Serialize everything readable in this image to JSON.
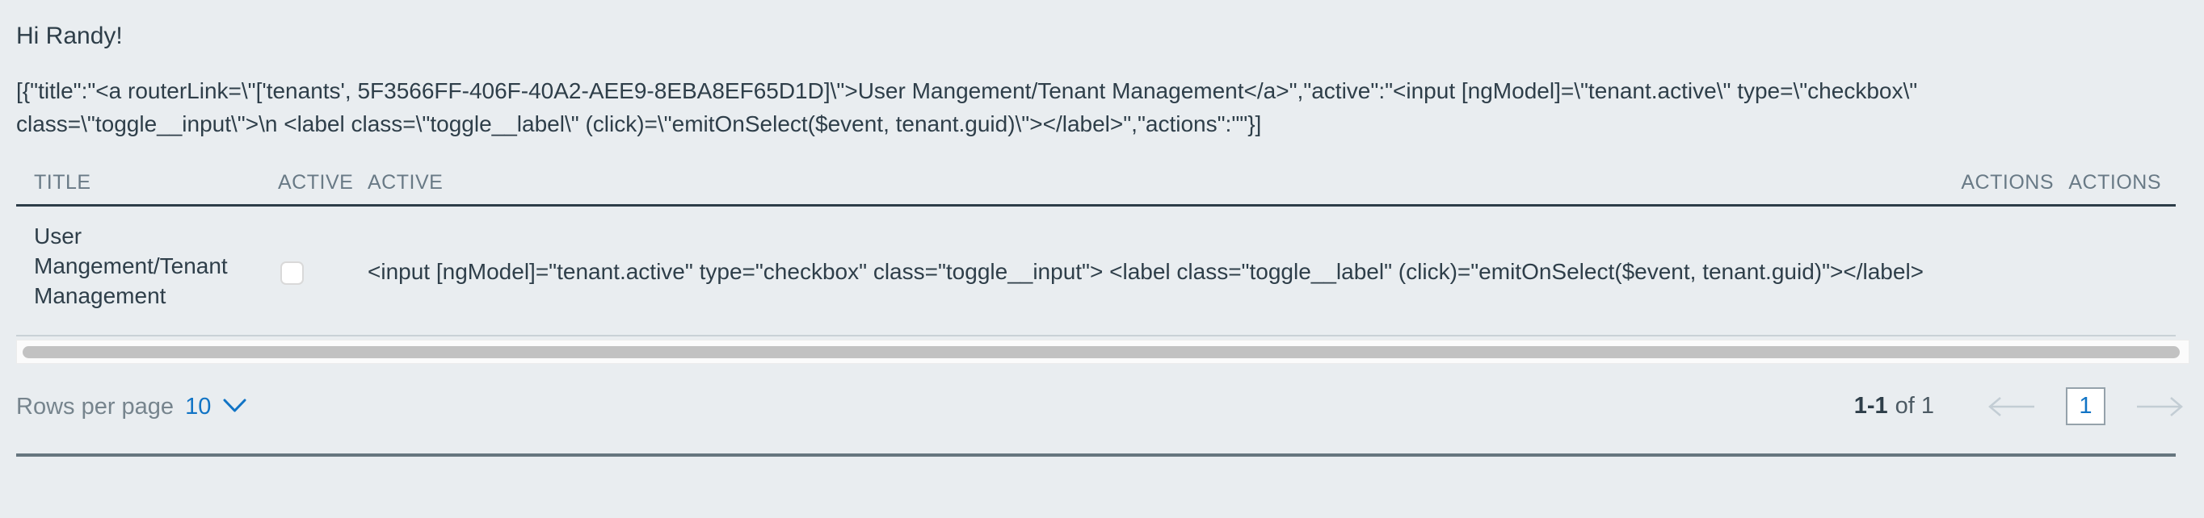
{
  "greeting": "Hi Randy!",
  "raw_json_text": "[{\"title\":\"<a routerLink=\\\"['tenants', 5F3566FF-406F-40A2-AEE9-8EBA8EF65D1D]\\\">User Mangement/Tenant Management</a>\",\"active\":\"<input [ngModel]=\\\"tenant.active\\\" type=\\\"checkbox\\\" class=\\\"toggle__input\\\">\\n <label class=\\\"toggle__label\\\" (click)=\\\"emitOnSelect($event, tenant.guid)\\\"></label>\",\"actions\":\"\"}]",
  "table": {
    "columns": {
      "title": "TITLE",
      "active1": "ACTIVE",
      "active2": "ACTIVE",
      "actions1": "ACTIONS",
      "actions2": "ACTIONS"
    },
    "rows": [
      {
        "title": "User Mangement/Tenant Management",
        "active_checked": false,
        "active_raw": "<input [ngModel]=\"tenant.active\" type=\"checkbox\" class=\"toggle__input\"> <label class=\"toggle__label\" (click)=\"emitOnSelect($event, tenant.guid)\"></label>",
        "actions": ""
      }
    ]
  },
  "pagination": {
    "rows_per_page_label": "Rows per page",
    "rows_per_page_value": "10",
    "range": "1-1",
    "of_total": "of 1",
    "current_page": "1"
  },
  "icons": {
    "chevron_down": "chevron-down-icon",
    "prev_arrow": "arrow-left-icon",
    "next_arrow": "arrow-right-icon"
  },
  "colors": {
    "background": "#e9edf0",
    "text_dark": "#2e3e49",
    "header_label": "#697a86",
    "accent_blue": "#1174c5",
    "muted_gray": "#76848d",
    "disabled_arrow": "#c3cdd4",
    "rule_dark": "#66767f",
    "scroll_thumb": "#c2c2c2"
  }
}
